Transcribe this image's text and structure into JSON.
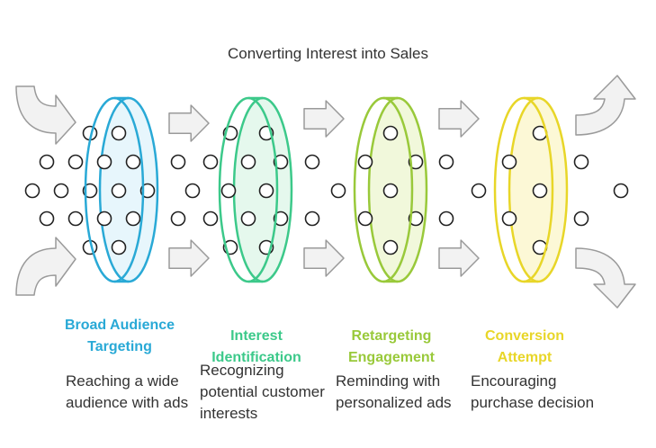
{
  "title": "Converting Interest into Sales",
  "stages": [
    {
      "title": "Broad Audience Targeting",
      "description": "Reaching a wide audience with ads",
      "color": "#29a9d6",
      "fill": "#e3f5fb"
    },
    {
      "title": "Interest Identification",
      "description": "Recognizing potential customer interests",
      "color": "#3cc98a",
      "fill": "#e0f7ea"
    },
    {
      "title": "Retargeting Engagement",
      "description": "Reminding with personalized ads",
      "color": "#99c93a",
      "fill": "#eef7d5"
    },
    {
      "title": "Conversion Attempt",
      "description": "Encouraging purchase decision",
      "color": "#e8d628",
      "fill": "#fbf7cf"
    }
  ],
  "colors": {
    "arrow_fill": "#f2f2f2",
    "arrow_stroke": "#9a9a9a",
    "dot_stroke": "#222222",
    "text": "#333333"
  }
}
